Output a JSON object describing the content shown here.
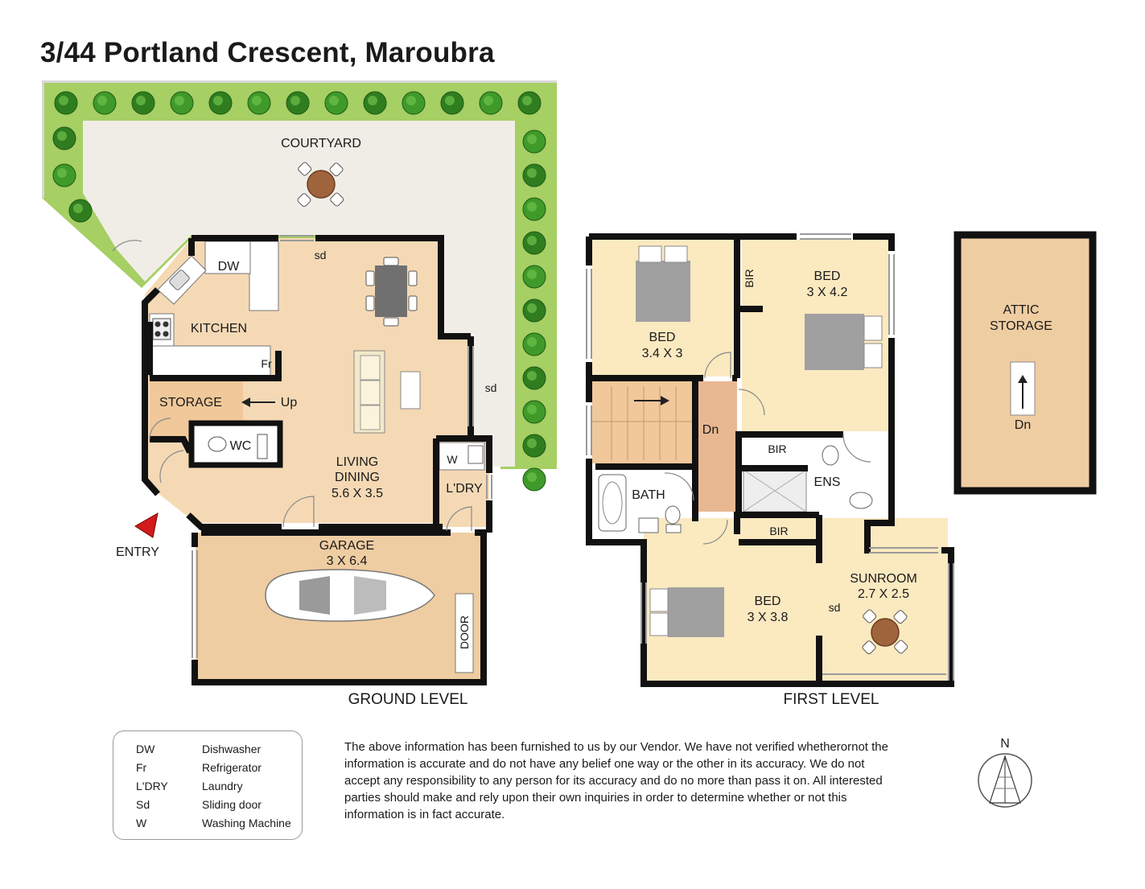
{
  "title": "3/44 Portland Crescent, Maroubra",
  "rooms": {
    "courtyard": "COURTYARD",
    "kitchen": "KITCHEN",
    "dw": "DW",
    "fr": "Fr",
    "sd_kitchen": "sd",
    "sd_side": "sd",
    "storage": "STORAGE",
    "up": "Up",
    "wc": "WC",
    "living": [
      "LIVING",
      "DINING",
      "5.6 X 3.5"
    ],
    "w": "W",
    "laundry": "L'DRY",
    "entry": "ENTRY",
    "garage": [
      "GARAGE",
      "3 X 6.4"
    ],
    "door": "DOOR",
    "bed1": [
      "BED",
      "3.4 X 3"
    ],
    "bed2": [
      "BED",
      "3 X 4.2"
    ],
    "bir1": "BIR",
    "bir2": "BIR",
    "bir3": "BIR",
    "dn_stair": "Dn",
    "ens": "ENS",
    "bath": "BATH",
    "bed3": [
      "BED",
      "3 X 3.8"
    ],
    "sd_sunroom": "sd",
    "sunroom": [
      "SUNROOM",
      "2.7 X 2.5"
    ],
    "attic": [
      "ATTIC",
      "STORAGE"
    ],
    "dn_attic": "Dn"
  },
  "levels": {
    "ground": "GROUND LEVEL",
    "first": "FIRST LEVEL"
  },
  "legend": [
    {
      "abbr": "DW",
      "meaning": "Dishwasher"
    },
    {
      "abbr": "Fr",
      "meaning": "Refrigerator"
    },
    {
      "abbr": "L'DRY",
      "meaning": "Laundry"
    },
    {
      "abbr": "Sd",
      "meaning": "Sliding door"
    },
    {
      "abbr": "W",
      "meaning": "Washing Machine"
    }
  ],
  "disclaimer": [
    "The above information has been furnished to us by our Vendor.  We have not verified whetherornot the",
    "information is accurate and do not have any belief one way or the other in its accuracy.  We do not",
    "accept any responsibility to any person for its accuracy and do no more than pass it on.  All interested",
    "parties should make and rely upon their own inquiries in order to determine whether or not this",
    "information is in fact accurate."
  ],
  "compass": "N",
  "colors": {
    "wall": "#111111",
    "room": "#f5d9b5",
    "garage": "#efcda2",
    "courtyard": "#f0ede6",
    "garden": "#a6cf64",
    "bedroom": "#fbe9c0"
  }
}
